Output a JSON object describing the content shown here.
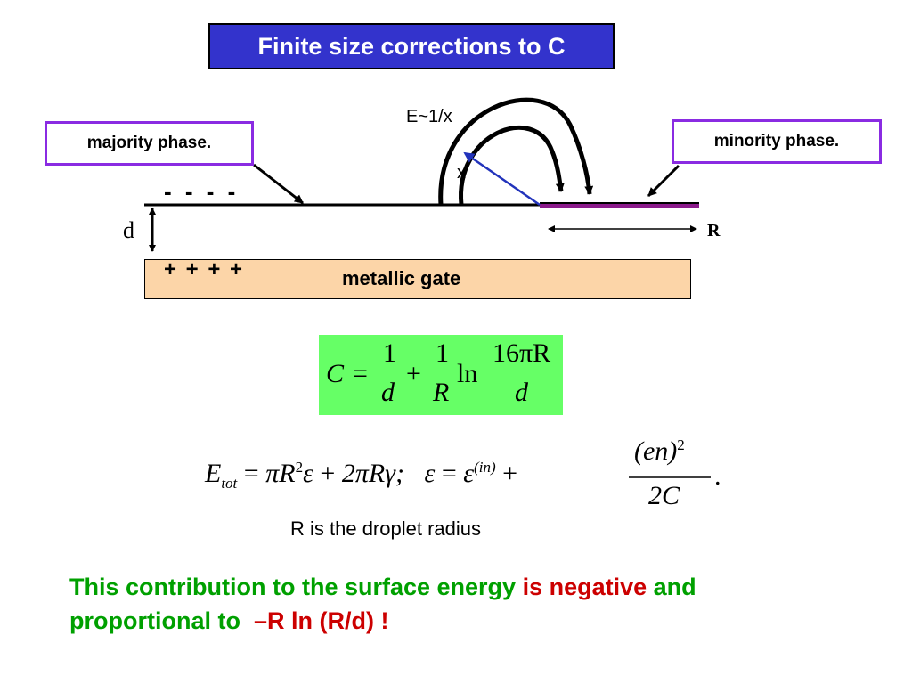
{
  "title": "Finite size corrections to C",
  "diagram": {
    "majority_label": "majority phase.",
    "minority_label": "minority phase.",
    "field_label": "E~1/x",
    "x_label": "x",
    "minus_charges": "- - - -",
    "plus_charges": "+ + + +",
    "gate_label": "metallic gate",
    "d_label": "d",
    "r_label": "R"
  },
  "formula1": {
    "lhs": "C",
    "eq": "=",
    "frac1_num": "1",
    "frac1_den": "d",
    "plus": "+",
    "frac2_num": "1",
    "frac2_den": "R",
    "ln": "ln",
    "frac3_num": "16πR",
    "frac3_den": "d"
  },
  "formula2": {
    "E": "E",
    "E_sub": "tot",
    "eq": "=",
    "term1": "πR",
    "term1_sup": "2",
    "eps": "ε",
    "plus": "+",
    "term2": "2πRγ;",
    "eps2": "ε",
    "eq2": "=",
    "eps3": "ε",
    "eps3_sup": "(in)",
    "plus2": "+",
    "frac_num": "(en)",
    "frac_num_sup": "2",
    "frac_den": "2C",
    "period": "."
  },
  "caption": "R is the droplet radius",
  "conclusion": {
    "part1": "This contribution to the surface energy ",
    "part2": "is negative",
    "part3": " and",
    "line2a": "proportional to  ",
    "line2b": "–R ln (R/d) !"
  },
  "colors": {
    "title_bg": "#3333cc",
    "phase_border": "#8a2be2",
    "gate_fill": "#fcd5a8",
    "formula_bg": "#66ff66",
    "conclusion_green": "#00a000",
    "conclusion_red": "#cc0000",
    "arrow_blue": "#2233bb",
    "minority_line": "#8b1a8b"
  }
}
